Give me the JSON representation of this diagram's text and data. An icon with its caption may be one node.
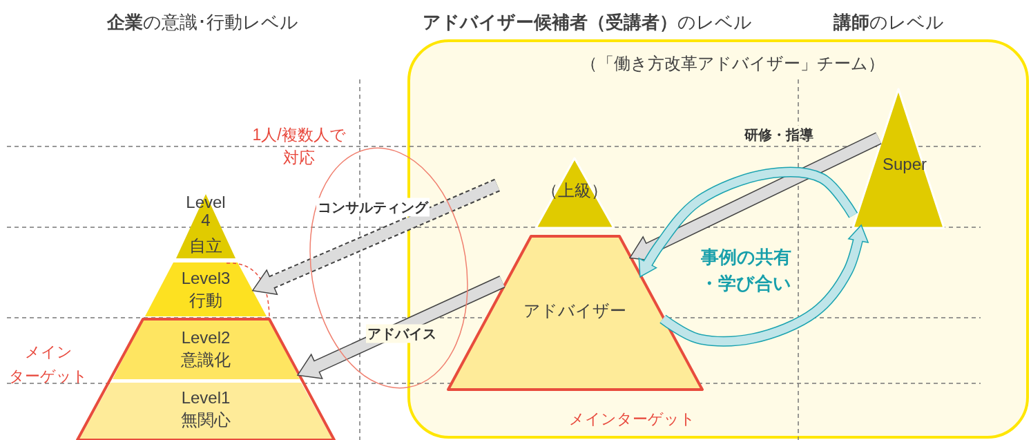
{
  "diagram": {
    "nodes": [
      {
        "text": [
          "（「働き方改革アドバイザー」チーム）"
        ]
      },
      {
        "text": [
          "Level4",
          "自立"
        ]
      },
      {
        "text": [
          "Level3",
          "行動"
        ]
      },
      {
        "text": [
          "Level2",
          "意識化"
        ]
      },
      {
        "text": [
          "Level1",
          "無関心"
        ]
      },
      {
        "text": [
          "（上級）"
        ],
        "in": 0
      },
      {
        "text": [
          "アドバイザー"
        ],
        "in": 0
      },
      {
        "text": [
          "Super"
        ],
        "in": 0
      }
    ],
    "edges": [
      {
        "from": null,
        "to": 2,
        "arrow": "to",
        "label": "コンサルティング",
        "style": "dashed"
      },
      {
        "from": 6,
        "to": 3,
        "arrow": "to",
        "label": "アドバイス"
      },
      {
        "from": 7,
        "to": 6,
        "arrow": "to",
        "label": "研修・指導"
      },
      {
        "from": 7,
        "to": 6,
        "arrow": "to",
        "color": "#1aa3b0"
      },
      {
        "from": 6,
        "to": 7,
        "arrow": "to",
        "color": "#1aa3b0"
      }
    ],
    "labels": [
      "**企業**の意識･行動レベル",
      "**アドバイザー候補者（受講者）**のレベル",
      "**講師**のレベル",
      "1人/複数人で",
      "対応",
      "メイン",
      "ターゲット",
      "メインターゲット",
      "事例の共有",
      "・学び合い"
    ]
  }
}
